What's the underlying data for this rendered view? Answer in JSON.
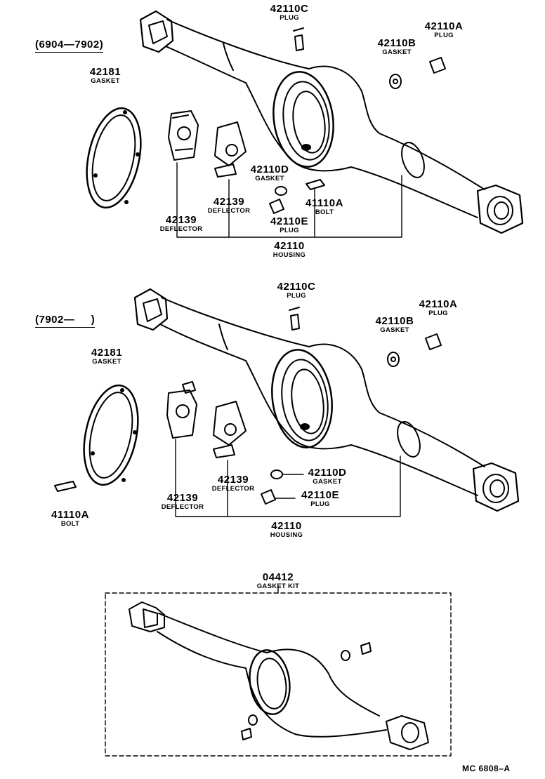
{
  "sections": {
    "early": {
      "range": "(6904—7902)",
      "labels": {
        "plug_c": {
          "num": "42110C",
          "name": "PLUG"
        },
        "plug_a": {
          "num": "42110A",
          "name": "PLUG"
        },
        "gasket_b": {
          "num": "42110B",
          "name": "GASKET"
        },
        "gasket_181": {
          "num": "42181",
          "name": "GASKET"
        },
        "gasket_d": {
          "num": "42110D",
          "name": "GASKET"
        },
        "deflector_1": {
          "num": "42139",
          "name": "DEFLECTOR"
        },
        "deflector_2": {
          "num": "42139",
          "name": "DEFLECTOR"
        },
        "bolt": {
          "num": "41110A",
          "name": "BOLT"
        },
        "plug_e": {
          "num": "42110E",
          "name": "PLUG"
        },
        "housing": {
          "num": "42110",
          "name": "HOUSING"
        }
      }
    },
    "late": {
      "range": "(7902—     )",
      "labels": {
        "plug_c": {
          "num": "42110C",
          "name": "PLUG"
        },
        "plug_a": {
          "num": "42110A",
          "name": "PLUG"
        },
        "gasket_b": {
          "num": "42110B",
          "name": "GASKET"
        },
        "gasket_181": {
          "num": "42181",
          "name": "GASKET"
        },
        "gasket_d": {
          "num": "42110D",
          "name": "GASKET"
        },
        "deflector_1": {
          "num": "42139",
          "name": "DEFLECTOR"
        },
        "deflector_2": {
          "num": "42139",
          "name": "DEFLECTOR"
        },
        "bolt": {
          "num": "41110A",
          "name": "BOLT"
        },
        "plug_e": {
          "num": "42110E",
          "name": "PLUG"
        },
        "housing": {
          "num": "42110",
          "name": "HOUSING"
        }
      }
    },
    "kit": {
      "label": {
        "num": "04412",
        "name": "GASKET KIT"
      }
    }
  },
  "diagram_code": "MC 6808–A",
  "colors": {
    "ink": "#000000",
    "paper": "#ffffff"
  }
}
